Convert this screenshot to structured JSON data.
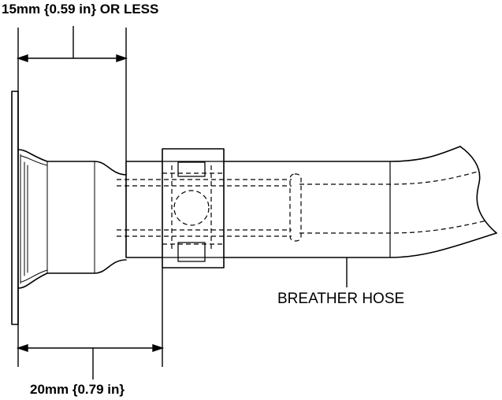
{
  "labels": {
    "top_dimension": "15mm {0.59 in} OR LESS",
    "bottom_dimension": "20mm {0.79 in}",
    "part_name": "BREATHER HOSE"
  },
  "colors": {
    "line": "#000000",
    "background": "#ffffff"
  }
}
